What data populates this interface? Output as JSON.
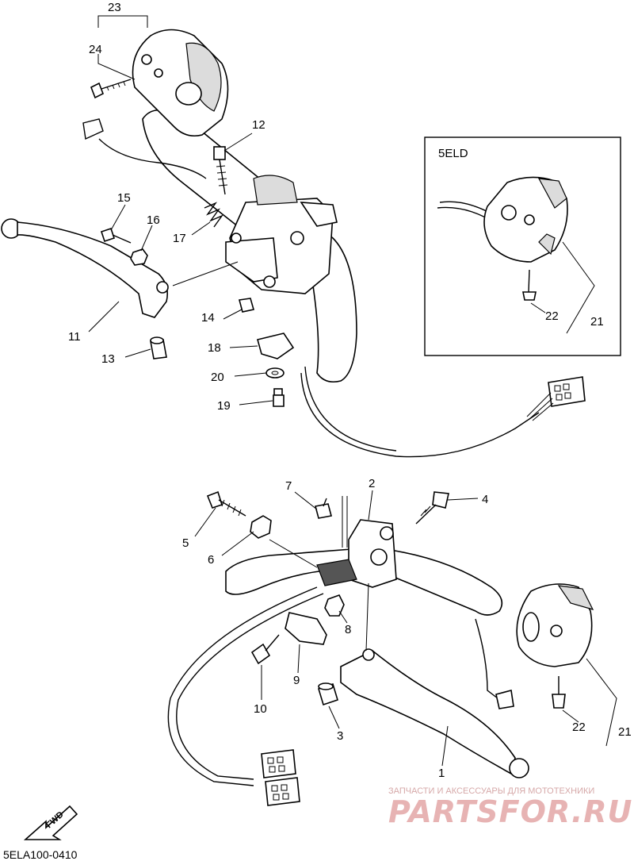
{
  "inset": {
    "title": "5ELD"
  },
  "callouts": {
    "n1": "1",
    "n2": "2",
    "n3": "3",
    "n4": "4",
    "n5": "5",
    "n6": "6",
    "n7": "7",
    "n8": "8",
    "n9": "9",
    "n10": "10",
    "n11": "11",
    "n12": "12",
    "n13": "13",
    "n14": "14",
    "n15": "15",
    "n16": "16",
    "n17": "17",
    "n18": "18",
    "n19": "19",
    "n20": "20",
    "n21a": "21",
    "n21b": "21",
    "n22a": "22",
    "n22b": "22",
    "n23": "23",
    "n24": "24"
  },
  "fwd_label": "FWD",
  "diagram_code": "5ELA100-0410",
  "watermark": {
    "caption": "ЗАПЧАСТИ И АКСЕССУАРЫ ДЛЯ МОТОТЕХНИКИ",
    "logo": "PARTSFOR.RU"
  }
}
